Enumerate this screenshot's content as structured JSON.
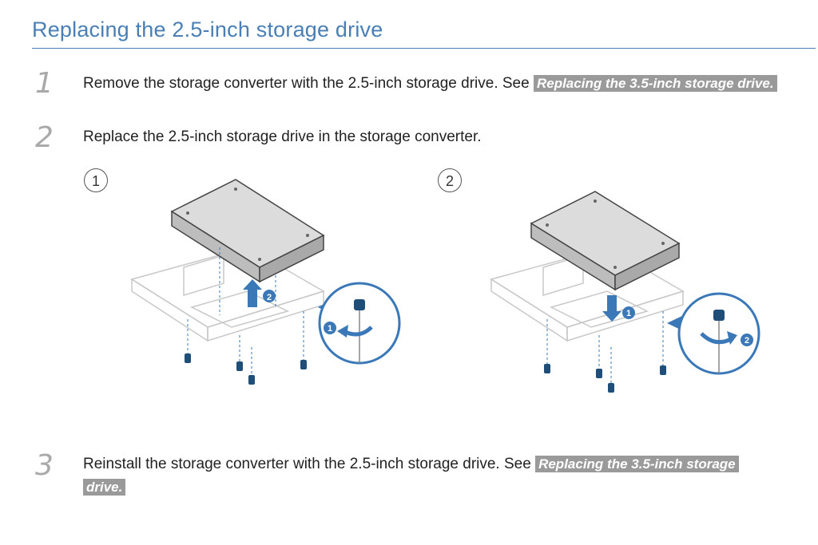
{
  "page": {
    "title": "Replacing the 2.5-inch storage drive"
  },
  "steps": [
    {
      "number": "1",
      "text": "Remove the storage converter with the 2.5-inch storage drive. See",
      "link": "Replacing the 3.5-inch storage drive."
    },
    {
      "number": "2",
      "text": "Replace the 2.5-inch storage drive in the storage converter."
    },
    {
      "number": "3",
      "text": "Reinstall the storage converter with the 2.5-inch storage drive. See",
      "link_part1": "Replacing the 3.5-inch storage",
      "link_part2": "drive."
    }
  ],
  "figures": [
    {
      "label": "1",
      "callout_a": "2",
      "callout_b": "1"
    },
    {
      "label": "2",
      "callout_a": "1",
      "callout_b": "2"
    }
  ],
  "colors": {
    "accent": "#4a7fb5",
    "link_bg": "#9a9a9a",
    "screw": "#1f4e79",
    "callout": "#3a78b8"
  }
}
